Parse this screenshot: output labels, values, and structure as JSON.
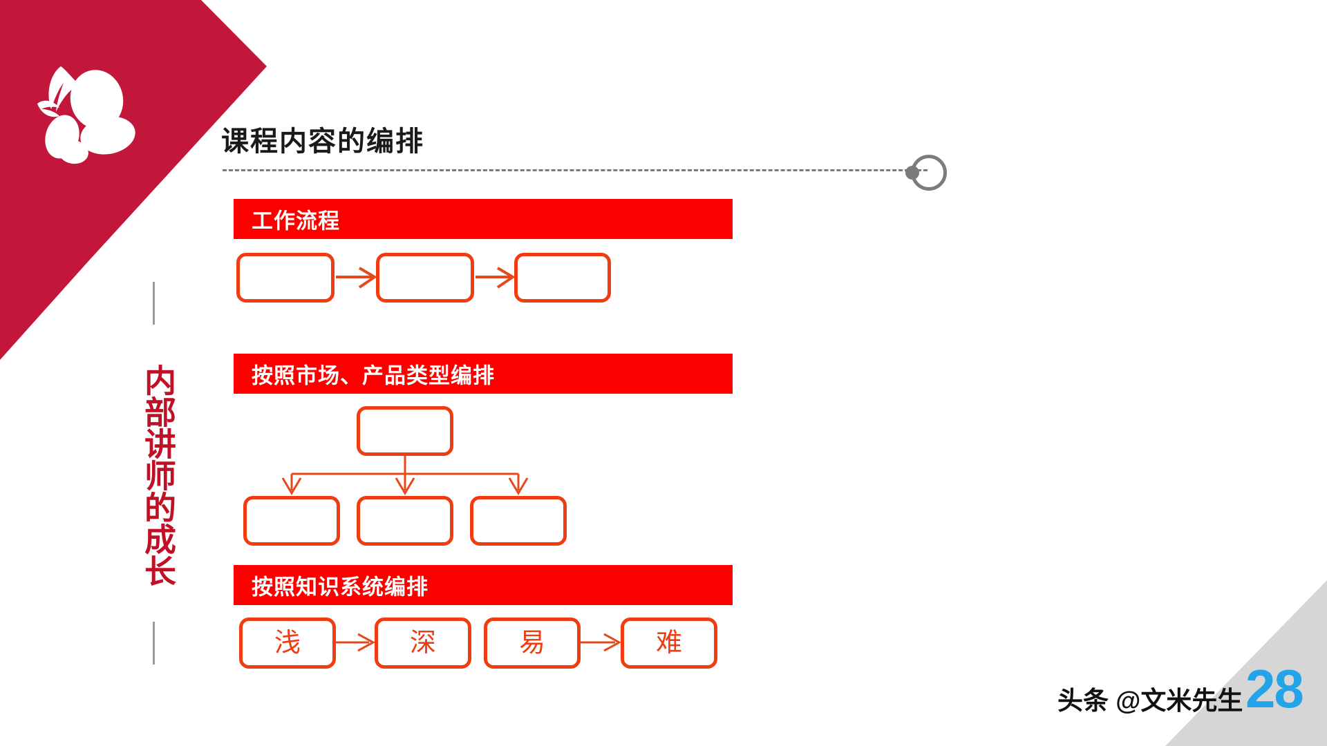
{
  "slide": {
    "title": "课程内容的编排",
    "vertical_caption": "内部讲师的成长",
    "colors": {
      "corner_red": "#c2173a",
      "banner_red": "#fc0000",
      "box_orange_red": "#f03c11",
      "caption_red": "#c01025",
      "rule_grey": "#7b7b7b",
      "page_number_blue": "#23a3e8"
    }
  },
  "sections": [
    {
      "banner": "工作流程",
      "diagram_type": "linear-flow",
      "nodes": [
        "",
        "",
        ""
      ],
      "connectors": 2
    },
    {
      "banner": "按照市场、产品类型编排",
      "diagram_type": "tree",
      "parent": "",
      "children": [
        "",
        "",
        ""
      ]
    },
    {
      "banner": "按照知识系统编排",
      "diagram_type": "paired-flow",
      "pairs": [
        {
          "from": "浅",
          "to": "深"
        },
        {
          "from": "易",
          "to": "难"
        }
      ]
    }
  ],
  "watermark": {
    "handle": "头条 @文米先生",
    "page_number": "28"
  }
}
